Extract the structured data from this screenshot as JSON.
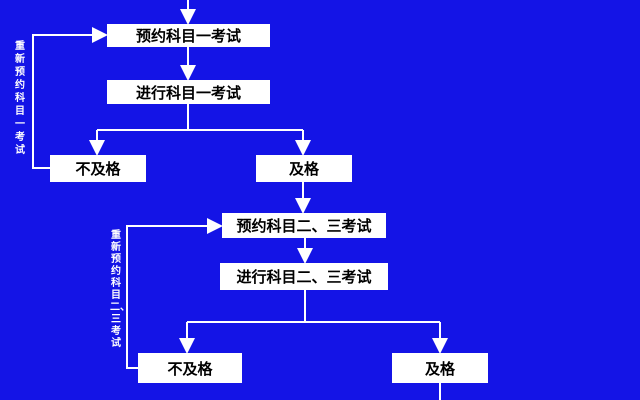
{
  "background_color": "#1414e6",
  "nodes": {
    "book_subject1": "预约科目一考试",
    "take_subject1": "进行科目一考试",
    "fail_subject1": "不及格",
    "pass_subject1": "及格",
    "book_subject23": "预约科目二、三考试",
    "take_subject23": "进行科目二、三考试",
    "fail_subject23": "不及格",
    "pass_subject23": "及格"
  },
  "edge_labels": {
    "rebook_subject1": "重新预约科目一考试",
    "rebook_subject23": "重新预约科目二、三考试"
  }
}
